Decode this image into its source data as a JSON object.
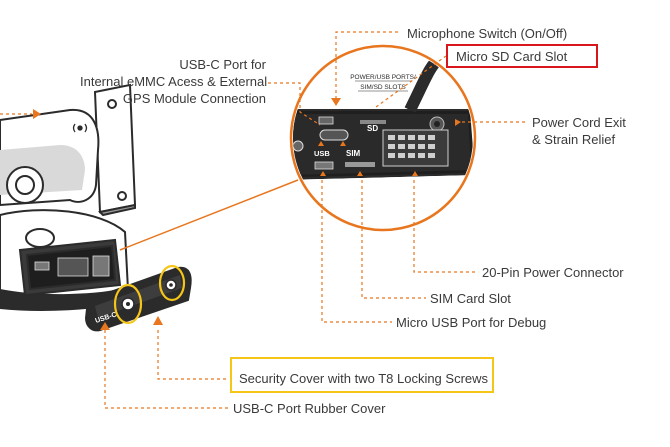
{
  "colors": {
    "accent": "#e8761e",
    "highlight_red": "#d8161b",
    "highlight_yellow": "#f5c518",
    "text": "#3a3a3a",
    "device": "#2b2b2b"
  },
  "callouts": {
    "microphone_switch": "Microphone Switch (On/Off)",
    "micro_sd_slot": "Micro SD Card Slot",
    "usbc_port_line1": "USB-C Port for",
    "usbc_port_line2": "Internal eMMC Acess & External",
    "usbc_port_line3": "GPS Module Connection",
    "power_cord_line1": "Power Cord Exit",
    "power_cord_line2": "& Strain Relief",
    "power_connector": "20-Pin Power Connector",
    "sim_slot": "SIM Card Slot",
    "micro_usb_debug": "Micro USB Port for Debug",
    "security_cover": "Security Cover  with  two T8 Locking Screws",
    "usbc_rubber_cover": "USB-C Port Rubber Cover"
  },
  "panel": {
    "header_line1": "POWER/USB PORTS/",
    "header_line2": "SIM/SD SLOTS",
    "sd_label": "SD",
    "sim_label": "SIM",
    "usb_label": "USB",
    "cover_label": "USB-C"
  }
}
